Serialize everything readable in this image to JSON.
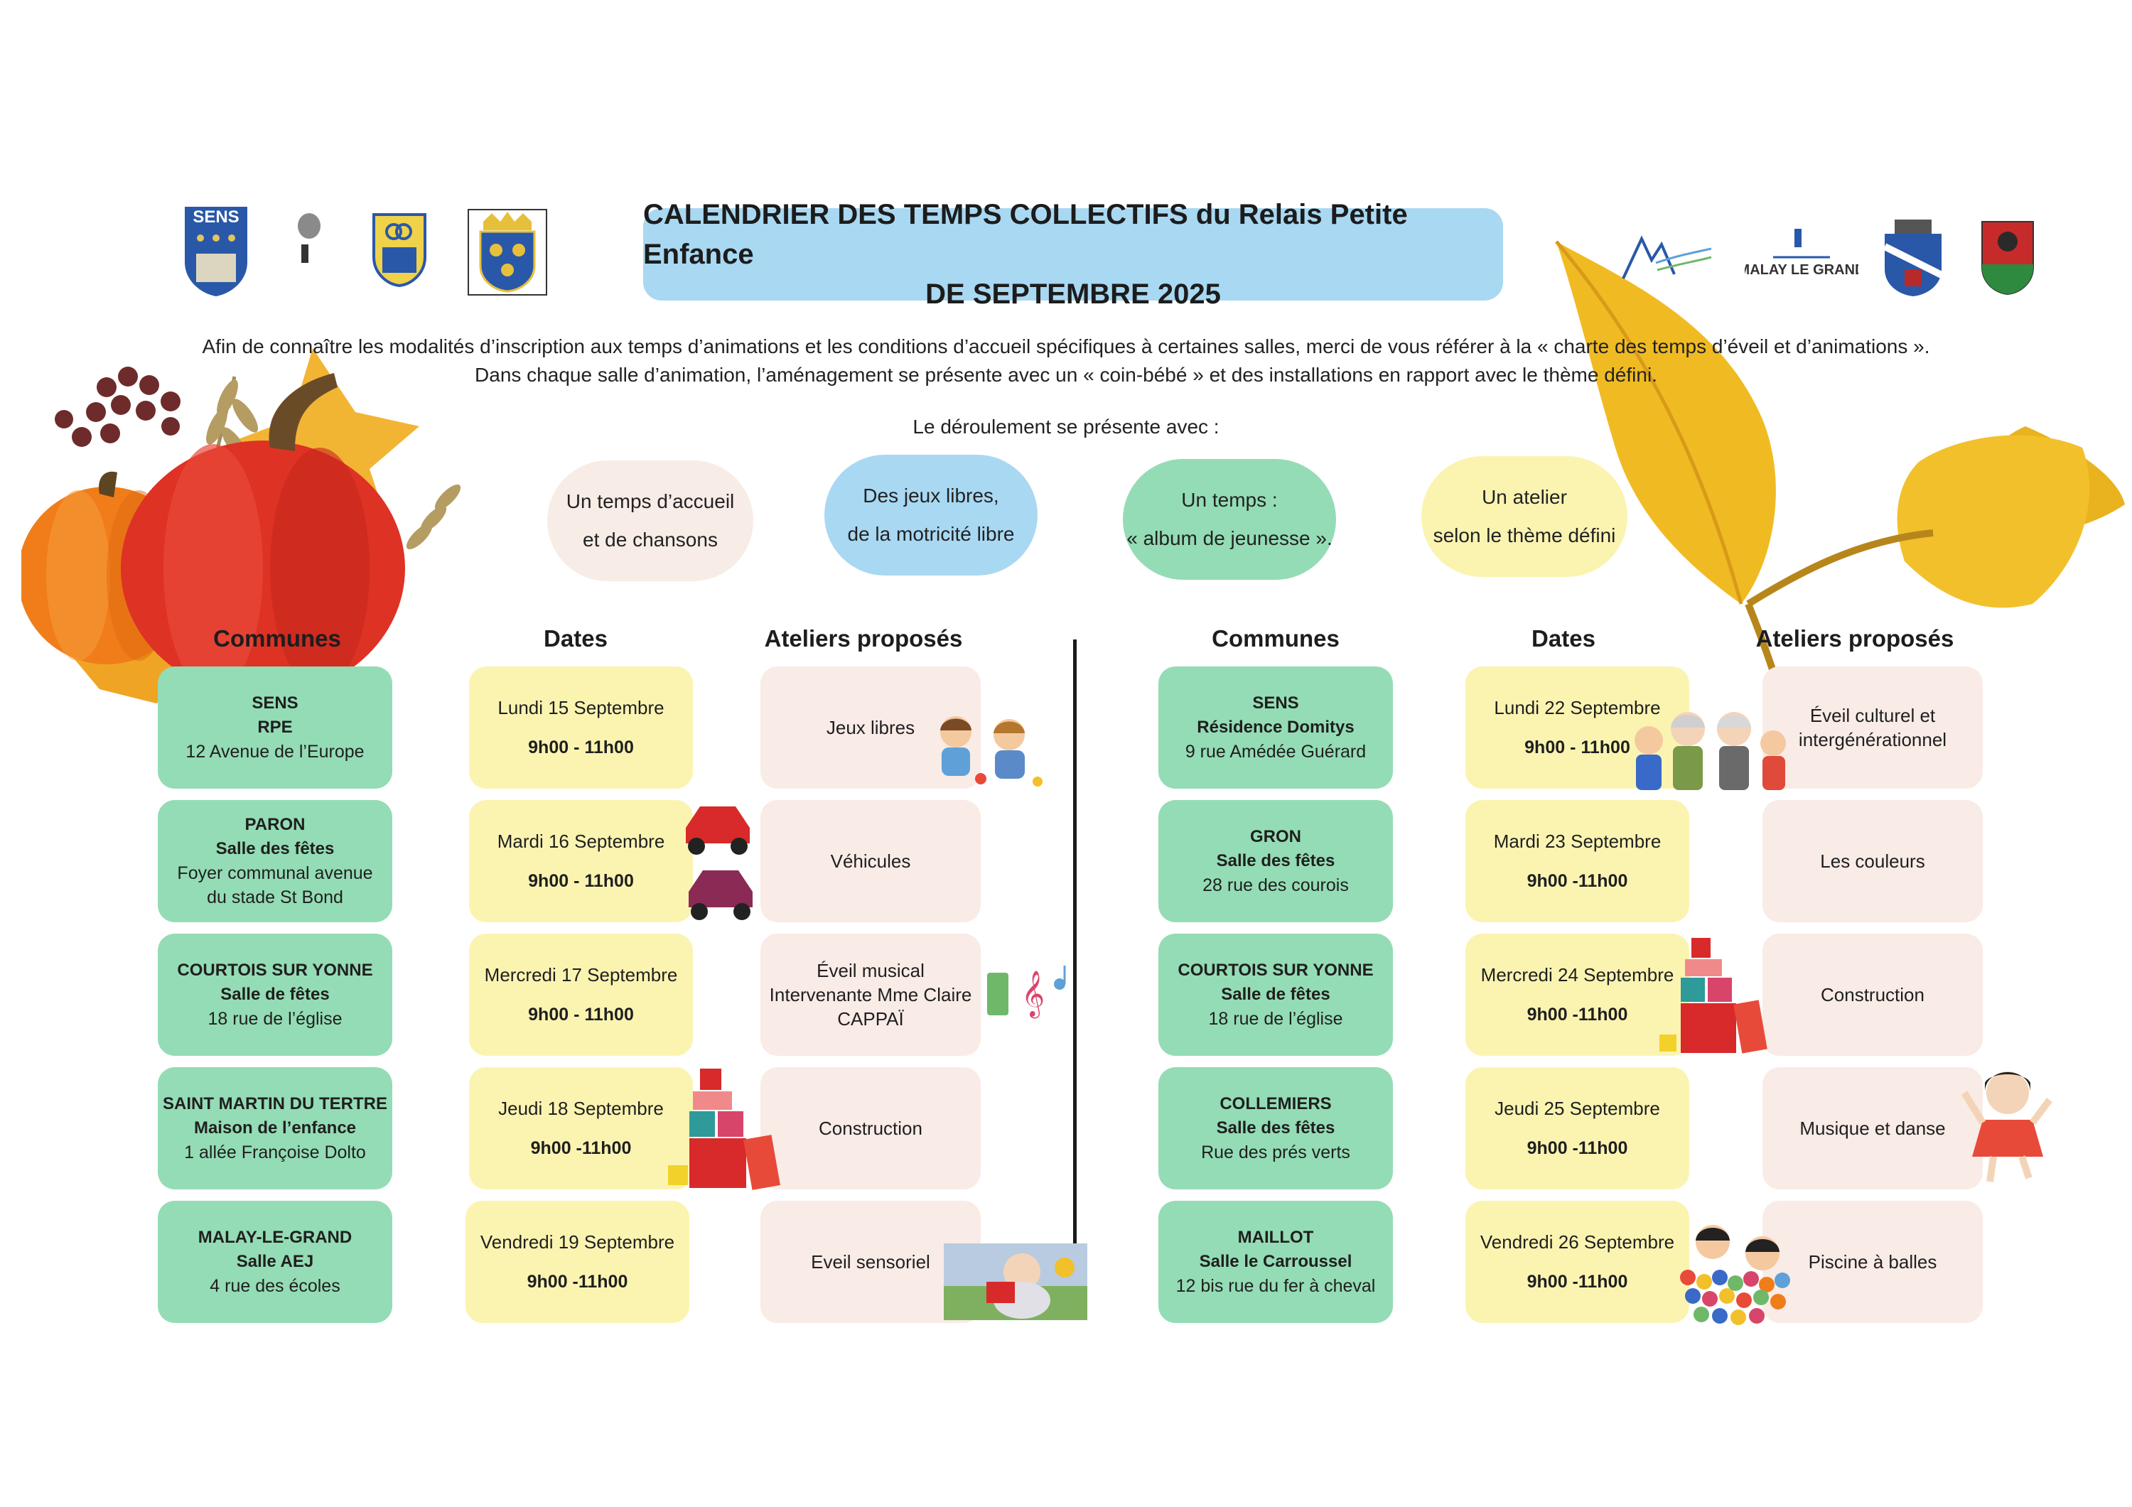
{
  "header": {
    "title_line1": "CALENDRIER DES TEMPS COLLECTIFS du Relais Petite Enfance",
    "title_line2": "DE SEPTEMBRE 2025",
    "logos": {
      "sens_text": "SENS",
      "malay_text": "MALAY LE GRAND"
    }
  },
  "intro": {
    "line1": "Afin de connaître les modalités d’inscription aux temps d’animations et les conditions d’accueil spécifiques à certaines salles,  merci de vous référer à la « charte des temps d’éveil et d’animations ».",
    "line2": "Dans chaque salle d’animation, l’aménagement se présente avec un « coin-bébé » et des installations en rapport avec le thème défini.",
    "line3": "Le déroulement se présente avec :"
  },
  "steps": [
    {
      "l1": "Un temps d’accueil",
      "l2": "et de chansons",
      "color": "#f7ece6"
    },
    {
      "l1": "Des jeux libres,",
      "l2": "de la motricité libre",
      "color": "#a9d8f2"
    },
    {
      "l1": "Un temps :",
      "l2": "« album de jeunesse ».",
      "color": "#94dcb5"
    },
    {
      "l1": "Un atelier",
      "l2": "selon le thème défini",
      "color": "#fbf4b1"
    }
  ],
  "columns": {
    "communes": "Communes",
    "dates": "Dates",
    "ateliers": "Ateliers proposés"
  },
  "left_rows": [
    {
      "c1": "SENS",
      "c2": "RPE",
      "c3": "12 Avenue de l’Europe",
      "date": "Lundi 15 Septembre",
      "hours": "9h00 - 11h00",
      "atelier": "Jeux libres"
    },
    {
      "c1": "PARON",
      "c2": "Salle des fêtes",
      "c3": "Foyer communal avenue du stade St Bond",
      "date": "Mardi 16 Septembre",
      "hours": "9h00 - 11h00",
      "atelier": "Véhicules"
    },
    {
      "c1": "COURTOIS SUR YONNE",
      "c2": "Salle de fêtes",
      "c3": "18 rue de l’église",
      "date": "Mercredi 17 Septembre",
      "hours": "9h00 - 11h00",
      "atelier": "Éveil musical Intervenante Mme Claire CAPPAÏ"
    },
    {
      "c1": "SAINT MARTIN DU TERTRE",
      "c2": "Maison de l’enfance",
      "c3": "1 allée Françoise Dolto",
      "date": "Jeudi 18 Septembre",
      "hours": "9h00 -11h00",
      "atelier": "Construction"
    },
    {
      "c1": "MALAY-LE-GRAND",
      "c2": "Salle AEJ",
      "c3": "4 rue des écoles",
      "date": "Vendredi 19 Septembre",
      "hours": "9h00 -11h00",
      "atelier": "Eveil sensoriel"
    }
  ],
  "right_rows": [
    {
      "c1": "SENS",
      "c2": "Résidence Domitys",
      "c3": "9 rue Amédée Guérard",
      "date": "Lundi 22 Septembre",
      "hours": "9h00 - 11h00",
      "atelier": "Éveil culturel et intergénérationnel"
    },
    {
      "c1": "GRON",
      "c2": "Salle des fêtes",
      "c3": "28 rue des courois",
      "date": "Mardi 23 Septembre",
      "hours": "9h00 -11h00",
      "atelier": "Les couleurs"
    },
    {
      "c1": "COURTOIS SUR YONNE",
      "c2": "Salle de fêtes",
      "c3": "18 rue de l’église",
      "date": "Mercredi 24 Septembre",
      "hours": "9h00 -11h00",
      "atelier": "Construction"
    },
    {
      "c1": "COLLEMIERS",
      "c2": "Salle des fêtes",
      "c3": "Rue des prés verts",
      "date": "Jeudi 25 Septembre",
      "hours": "9h00 -11h00",
      "atelier": "Musique et danse"
    },
    {
      "c1": "MAILLOT",
      "c2": "Salle le Carroussel",
      "c3": "12 bis rue du fer à cheval",
      "date": "Vendredi 26 Septembre",
      "hours": "9h00 -11h00",
      "atelier": "Piscine à balles"
    }
  ],
  "colors": {
    "commune_bg": "#94dcb5",
    "date_bg": "#fbf4b1",
    "atelier_bg": "#f9ebe6",
    "title_bg": "#a9d8f2"
  }
}
